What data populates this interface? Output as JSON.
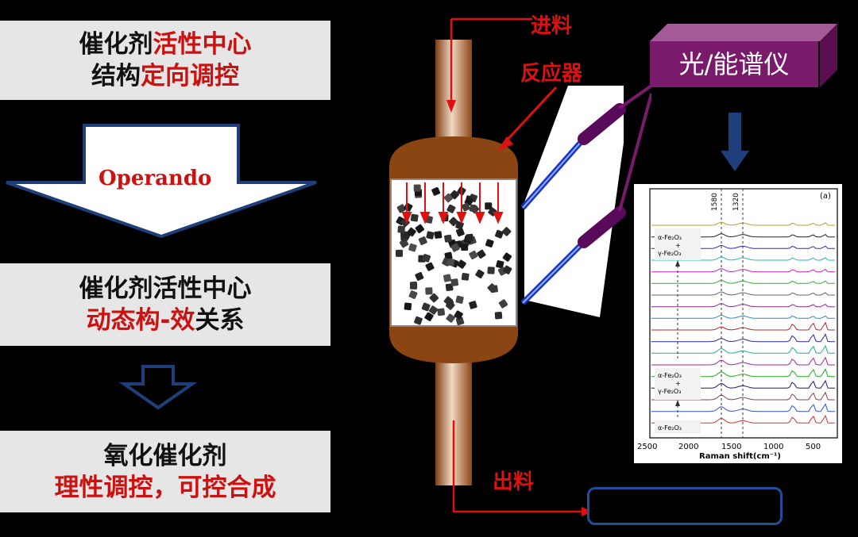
{
  "left_panel": {
    "box1": {
      "line1_black": "催化剂",
      "line1_red": "活性中心",
      "line2_black": "结构",
      "line2_red": "定向调控"
    },
    "operando_label": "Operando",
    "box2": {
      "line1": "催化剂活性中心",
      "line2_red": "动态构-效",
      "line2_black": "关系"
    },
    "box3": {
      "line1": "氧化催化剂",
      "line2_red": "理性调控，可控合成"
    }
  },
  "reactor": {
    "feed_label": "进料",
    "reactor_label": "反应器",
    "discharge_label": "出料"
  },
  "spectrometer": {
    "label": "光/能谱仪",
    "color": "#7a1a6a"
  },
  "spectrum_chart": {
    "panel_tag": "(a)",
    "peak_1580": "1580",
    "peak_1320": "1320",
    "xlabel": "Raman shift(cm⁻¹)",
    "xticks": [
      "2500",
      "2000",
      "1500",
      "1000",
      "500"
    ],
    "annotations": [
      "α-Fe₂O₃ + γ-Fe₂O₃",
      "α-Fe₂O₃ + γ-Fe₂O₃",
      "α-Fe₂O₃"
    ]
  },
  "colors": {
    "red": "#dd1111",
    "brown": "#8b4513",
    "navy": "#1f3f7a",
    "purple": "#7a1a6a"
  }
}
